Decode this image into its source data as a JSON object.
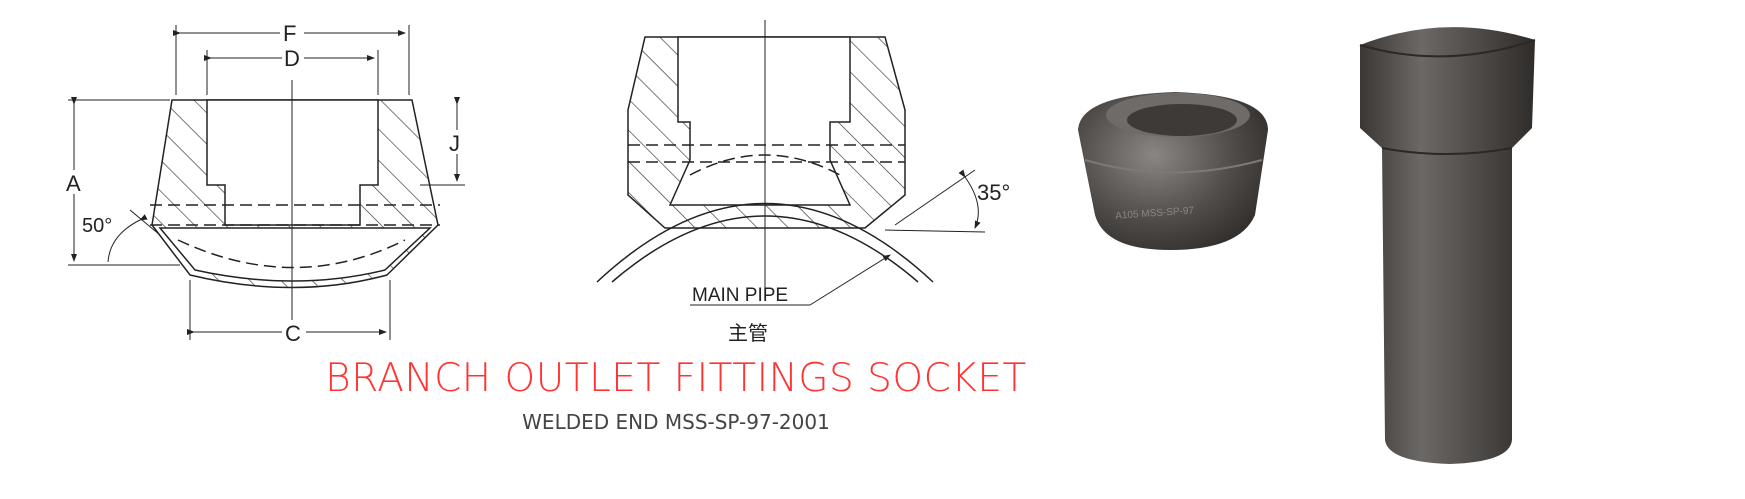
{
  "drawing_left": {
    "dim_f": "F",
    "dim_d": "D",
    "dim_a": "A",
    "dim_j": "J",
    "dim_c": "C",
    "angle": "50°"
  },
  "drawing_middle": {
    "angle": "35°",
    "main_pipe_label": "MAIN PIPE",
    "main_pipe_chinese": "主管"
  },
  "photos": {
    "ring_marking": "A105 MSS-SP-97"
  },
  "title": "BRANCH OUTLET FITTINGS SOCKET",
  "subtitle": "WELDED END MSS-SP-97-2001",
  "colors": {
    "title": "#ff3333",
    "subtitle": "#444444",
    "metal": "#4a4744"
  }
}
